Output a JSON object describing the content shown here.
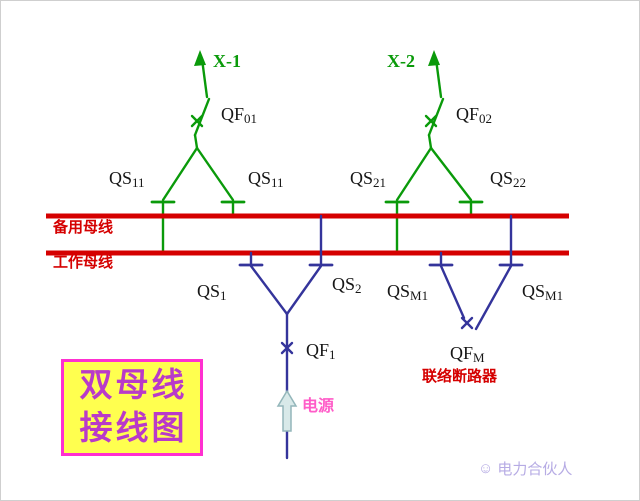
{
  "colors": {
    "green": "#0a9a0a",
    "blue": "#34349b",
    "red": "#d50000",
    "pink": "#ff5cc8",
    "ink": "#161616",
    "box_fill": "#ffff4f",
    "box_border": "#ff30d0",
    "box_text": "#b93ac9",
    "watermark": "#b6abe4",
    "arrow_fill": "#d8e9e9",
    "arrow_stroke": "#93b6ba"
  },
  "feeders": {
    "x1": {
      "name": "X-1",
      "breaker": {
        "t": "QF",
        "s": "01"
      },
      "disc_left": {
        "t": "QS",
        "s": "11"
      },
      "disc_right": {
        "t": "QS",
        "s": "11"
      }
    },
    "x2": {
      "name": "X-2",
      "breaker": {
        "t": "QF",
        "s": "02"
      },
      "disc_left": {
        "t": "QS",
        "s": "21"
      },
      "disc_right": {
        "t": "QS",
        "s": "22"
      }
    }
  },
  "buses": {
    "reserve": "备用母线",
    "working": "工作母线"
  },
  "source_bay": {
    "disc_left": {
      "t": "QS",
      "s": "1"
    },
    "disc_right": {
      "t": "QS",
      "s": "2"
    },
    "breaker": {
      "t": "QF",
      "s": "1"
    },
    "source_label": "电源"
  },
  "tie_bay": {
    "disc_left": {
      "t": "QS",
      "s": "M1"
    },
    "disc_right": {
      "t": "QS",
      "s": "M1"
    },
    "breaker": {
      "t": "QF",
      "s": "M"
    },
    "caption": "联络断路器"
  },
  "title_box": {
    "line1": "双母线",
    "line2": "接线图"
  },
  "watermark": {
    "icon": "☺",
    "text": "电力合伙人"
  }
}
